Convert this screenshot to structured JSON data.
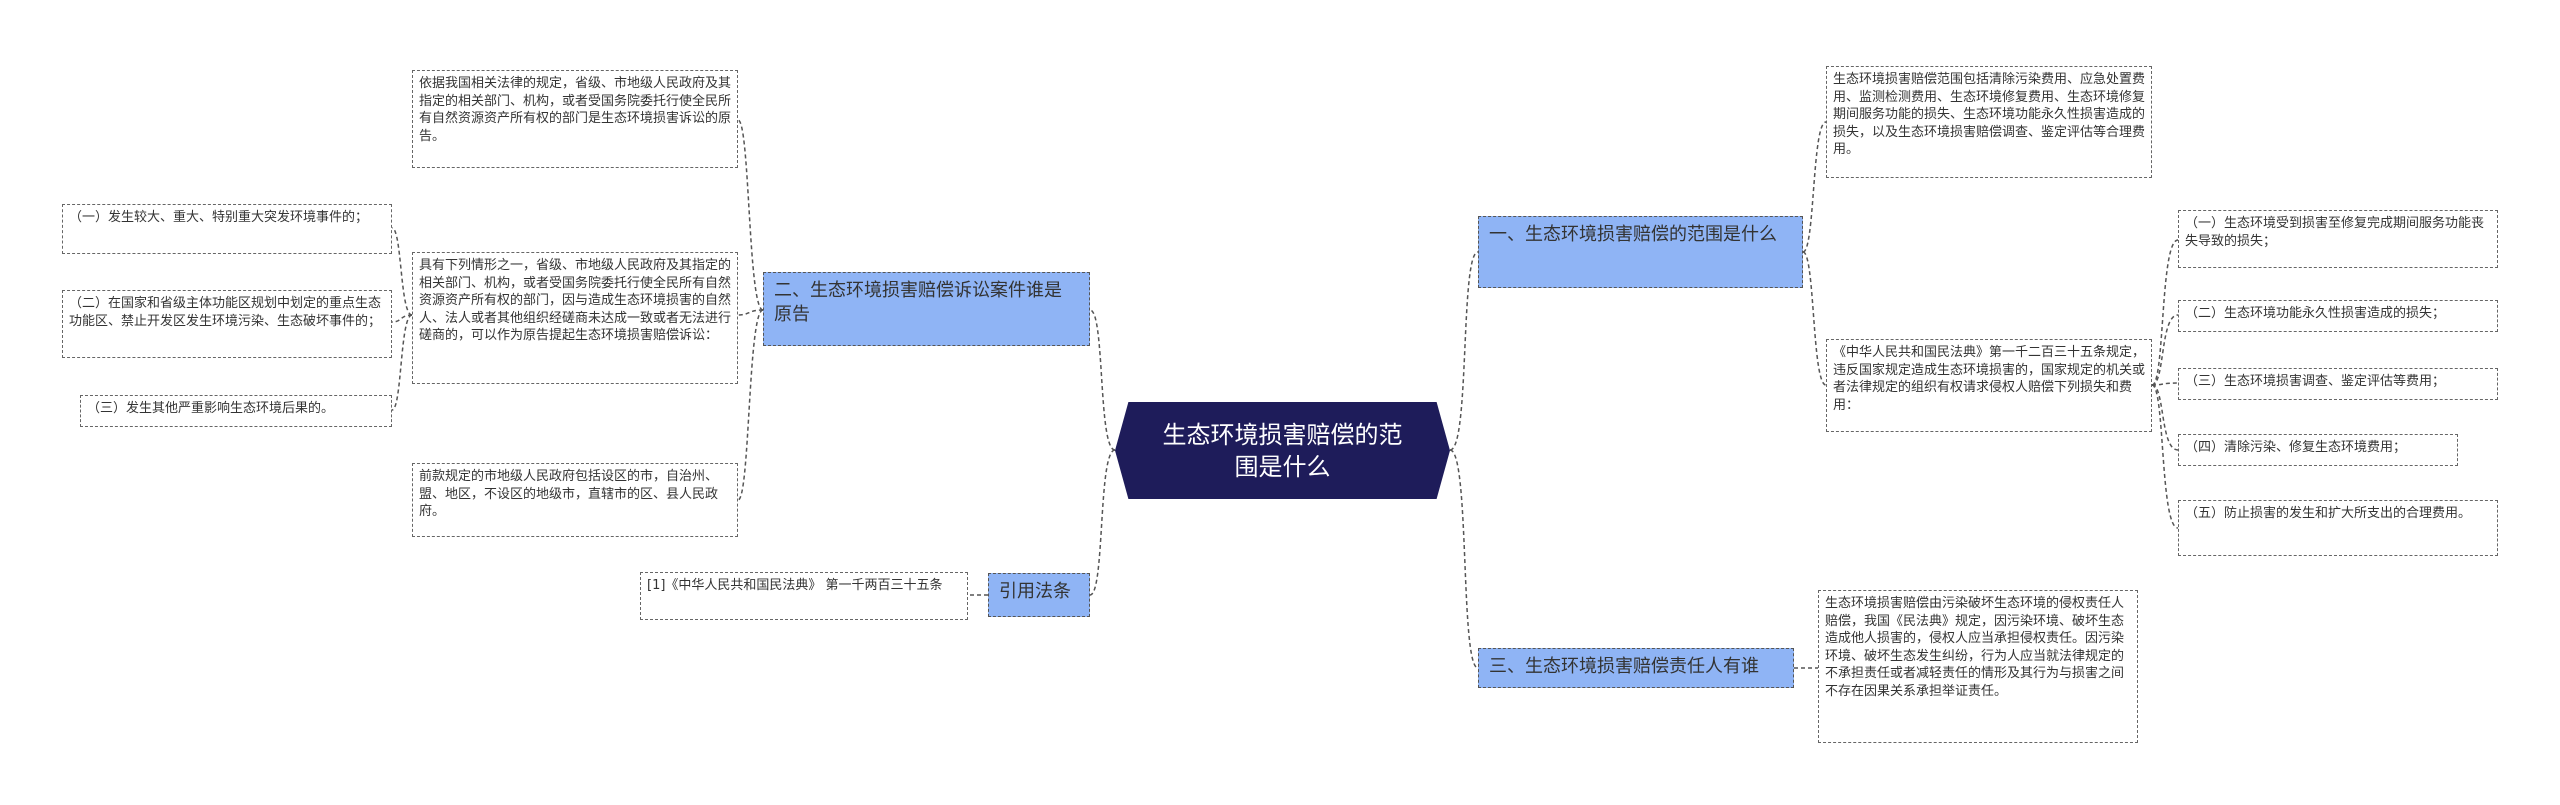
{
  "root": "生态环境损害赔偿的范围是什么",
  "right": {
    "b1": {
      "label": "一、生态环境损害赔偿的范围是什么",
      "desc": "生态环境损害赔偿范围包括清除污染费用、应急处置费用、监测检测费用、生态环境修复费用、生态环境修复期间服务功能的损失、生态环境功能永久性损害造成的损失，以及生态环境损害赔偿调查、鉴定评估等合理费用。",
      "law": "《中华人民共和国民法典》第一千二百三十五条规定，违反国家规定造成生态环境损害的，国家规定的机关或者法律规定的组织有权请求侵权人赔偿下列损失和费用：",
      "items": [
        "（一）生态环境受到损害至修复完成期间服务功能丧失导致的损失；",
        "（二）生态环境功能永久性损害造成的损失；",
        "（三）生态环境损害调查、鉴定评估等费用；",
        "（四）清除污染、修复生态环境费用；",
        "（五）防止损害的发生和扩大所支出的合理费用。"
      ]
    },
    "b3": {
      "label": "三、生态环境损害赔偿责任人有谁",
      "desc": "生态环境损害赔偿由污染破坏生态环境的侵权责任人赔偿，我国《民法典》规定，因污染环境、破坏生态造成他人损害的，侵权人应当承担侵权责任。因污染环境、破坏生态发生纠纷，行为人应当就法律规定的不承担责任或者减轻责任的情形及其行为与损害之间不存在因果关系承担举证责任。"
    }
  },
  "left": {
    "b2": {
      "label": "二、生态环境损害赔偿诉讼案件谁是原告",
      "p1": "依据我国相关法律的规定，省级、市地级人民政府及其指定的相关部门、机构，或者受国务院委托行使全民所有自然资源资产所有权的部门是生态环境损害诉讼的原告。",
      "p2": "具有下列情形之一，省级、市地级人民政府及其指定的相关部门、机构，或者受国务院委托行使全民所有自然资源资产所有权的部门，因与造成生态环境损害的自然人、法人或者其他组织经磋商未达成一致或者无法进行磋商的，可以作为原告提起生态环境损害赔偿诉讼：",
      "p3": "前款规定的市地级人民政府包括设区的市，自治州、盟、地区，不设区的地级市，直辖市的区、县人民政府。",
      "items": [
        "（一）发生较大、重大、特别重大突发环境事件的；",
        "（二）在国家和省级主体功能区规划中划定的重点生态功能区、禁止开发区发生环境污染、生态破坏事件的；",
        "（三）发生其他严重影响生态环境后果的。"
      ]
    },
    "law": {
      "label": "引用法条",
      "ref": "[1]《中华人民共和国民法典》 第一千两百三十五条"
    }
  }
}
